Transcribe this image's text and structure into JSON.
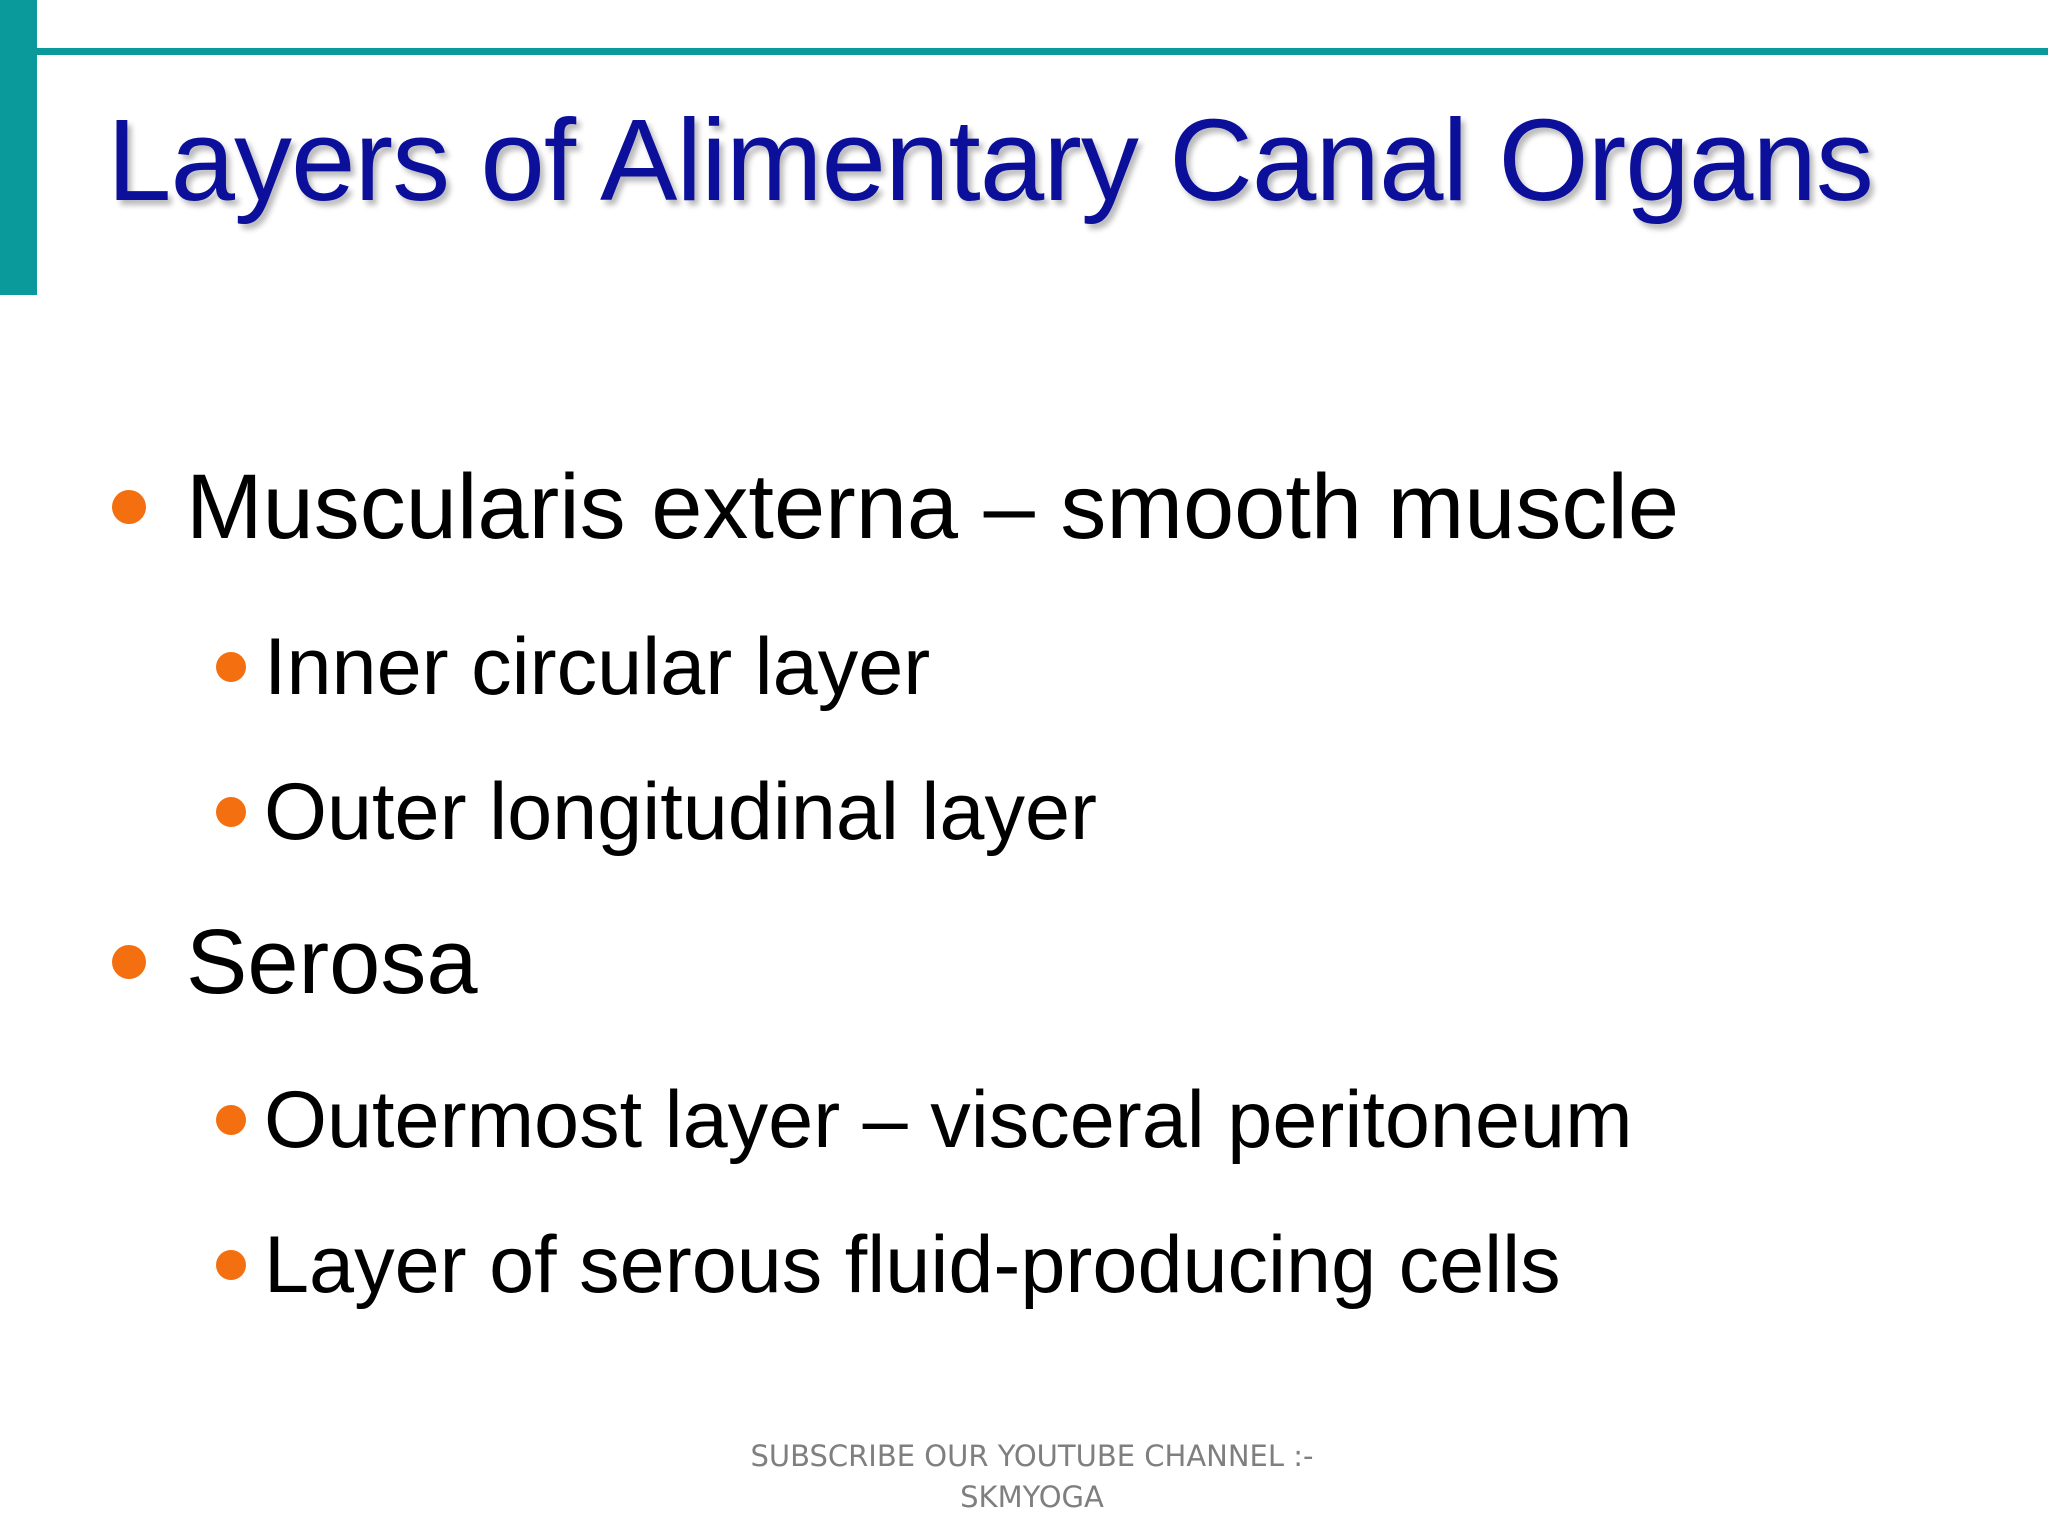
{
  "slide": {
    "title": "Layers of Alimentary Canal Organs",
    "bullets": [
      {
        "level": 1,
        "text": "Muscularis externa – smooth muscle"
      },
      {
        "level": 2,
        "text": "Inner circular layer"
      },
      {
        "level": 2,
        "text": "Outer longitudinal layer"
      },
      {
        "level": 1,
        "text": "Serosa"
      },
      {
        "level": 2,
        "text": "Outermost layer – visceral peritoneum"
      },
      {
        "level": 2,
        "text": "Layer of serous fluid-producing cells"
      }
    ]
  },
  "footer": {
    "line1": "SUBSCRIBE OUR YOUTUBE CHANNEL :-",
    "line2": "SKMYOGA"
  },
  "colors": {
    "accent": "#0a9a9c",
    "title": "#0b0f9a",
    "bullet": "#f36f10",
    "text": "#000000",
    "footer": "#7f7f7f"
  }
}
